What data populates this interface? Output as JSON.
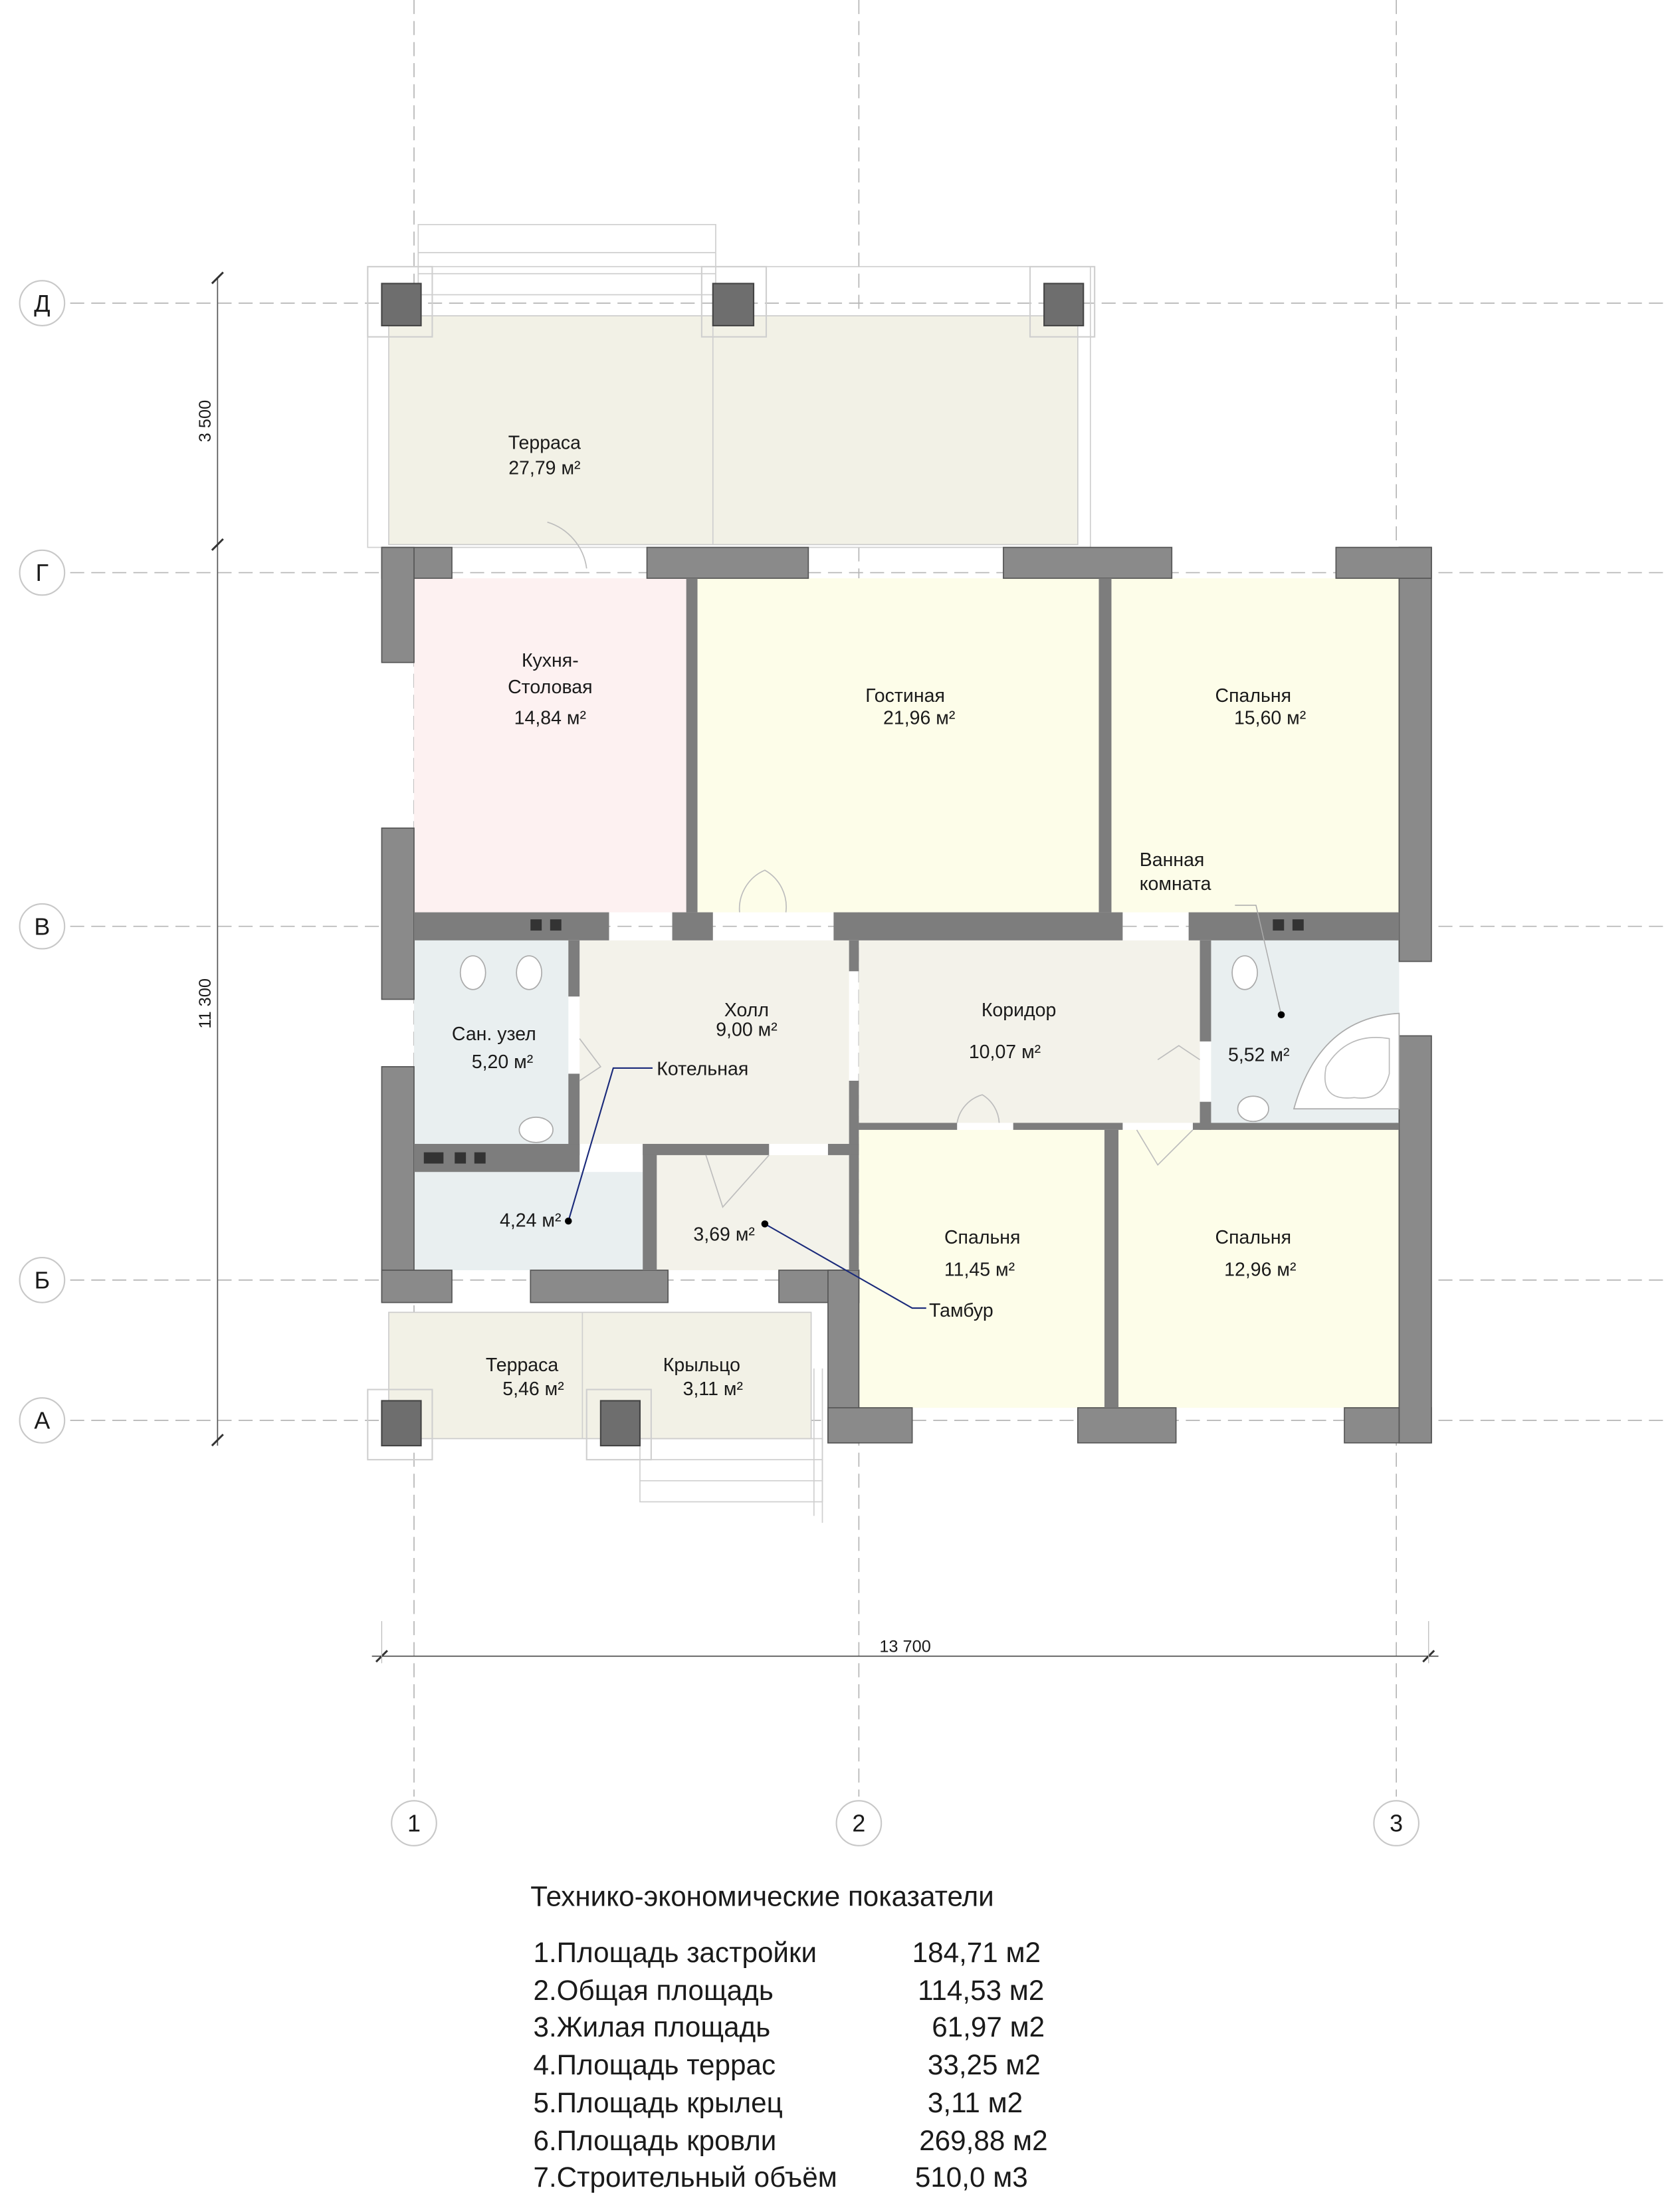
{
  "axes": {
    "rows": [
      "Д",
      "Г",
      "В",
      "Б",
      "А"
    ],
    "cols": [
      "1",
      "2",
      "3"
    ]
  },
  "dimensions": {
    "top_left": "3 500",
    "left_total": "11 300",
    "bottom": "13 700"
  },
  "rooms": {
    "terrace_top": {
      "name": "Терраса",
      "area": "27,79 м²"
    },
    "kitchen": {
      "name_line1": "Кухня-",
      "name_line2": "Столовая",
      "area": "14,84 м²"
    },
    "living": {
      "name": "Гостиная",
      "area": "21,96 м²"
    },
    "bedroom_ne": {
      "name": "Спальня",
      "area": "15,60 м²"
    },
    "bathroom": {
      "name_line1": "Ванная",
      "name_line2": "комната",
      "area": "5,52 м²"
    },
    "wc": {
      "name": "Сан. узел",
      "area": "5,20 м²"
    },
    "hall": {
      "name": "Холл",
      "area": "9,00 м²"
    },
    "corridor": {
      "name": "Коридор",
      "area": "10,07 м²"
    },
    "boiler": {
      "name": "Котельная",
      "area": "4,24 м²"
    },
    "vestibule": {
      "name": "Тамбур",
      "area": "3,69 м²"
    },
    "bedroom_s1": {
      "name": "Спальня",
      "area": "11,45 м²"
    },
    "bedroom_s2": {
      "name": "Спальня",
      "area": "12,96 м²"
    },
    "terrace_bottom": {
      "name": "Терраса",
      "area": "5,46 м²"
    },
    "porch": {
      "name": "Крыльцо",
      "area": "3,11 м²"
    }
  },
  "colors": {
    "kitchen": "#fdf1f1",
    "living": "#fdfde9",
    "wet": "#e9eff0",
    "circulation": "#f3f2ea",
    "terrace": "#f2f1e6"
  },
  "indicators": {
    "title": "Технико-экономические показатели",
    "rows": [
      {
        "label": "1.Площадь застройки",
        "value": "184,71 м2"
      },
      {
        "label": "2.Общая площадь",
        "value": "114,53 м2"
      },
      {
        "label": "3.Жилая площадь",
        "value": "61,97 м2"
      },
      {
        "label": "4.Площадь террас",
        "value": "33,25 м2"
      },
      {
        "label": "5.Площадь крылец",
        "value": "3,11 м2"
      },
      {
        "label": "6.Площадь кровли",
        "value": "269,88 м2"
      },
      {
        "label": "7.Строительный объём",
        "value": "510,0 м3"
      }
    ]
  }
}
